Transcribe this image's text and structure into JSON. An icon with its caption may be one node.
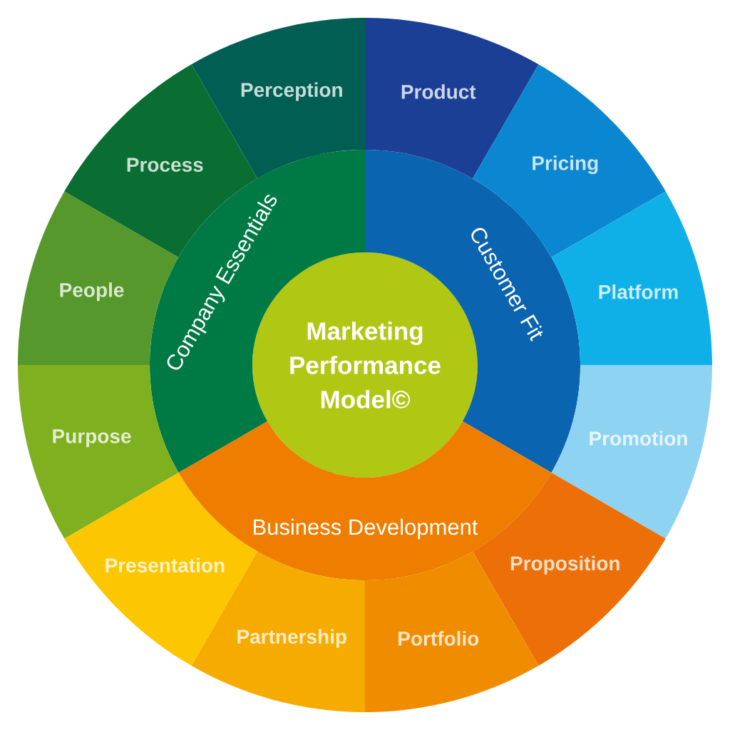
{
  "diagram": {
    "nodes": [
      {
        "text": [
          "Marketing Performance Model©"
        ]
      },
      {
        "text": [
          "Company Essentials"
        ]
      },
      {
        "text": [
          "Customer Fit"
        ]
      },
      {
        "text": [
          "Business Development"
        ]
      },
      {
        "text": [
          "Perception"
        ]
      },
      {
        "text": [
          "Product"
        ]
      },
      {
        "text": [
          "Pricing"
        ]
      },
      {
        "text": [
          "Platform"
        ]
      },
      {
        "text": [
          "Promotion"
        ]
      },
      {
        "text": [
          "Proposition"
        ]
      },
      {
        "text": [
          "Portfolio"
        ]
      },
      {
        "text": [
          "Partnership"
        ]
      },
      {
        "text": [
          "Presentation"
        ]
      },
      {
        "text": [
          "Purpose"
        ]
      },
      {
        "text": [
          "People"
        ]
      },
      {
        "text": [
          "Process"
        ]
      }
    ]
  }
}
